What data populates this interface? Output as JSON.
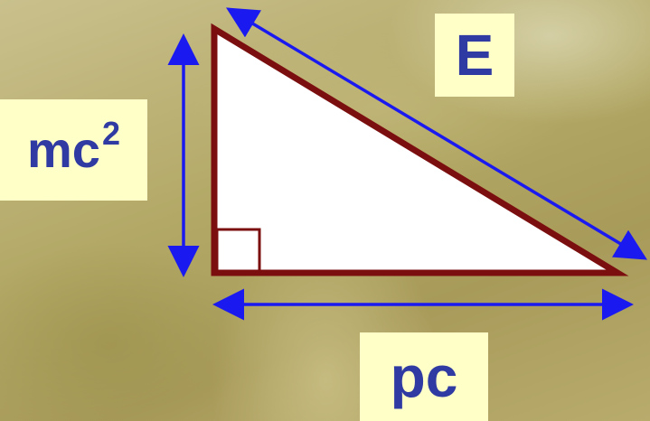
{
  "labels": {
    "hypotenuse": "E",
    "vertical_leg_base": "mc",
    "vertical_leg_exponent": "2",
    "horizontal_leg": "pc"
  },
  "colors": {
    "triangle_outline": "#7b0f0f",
    "triangle_fill": "#ffffff",
    "arrow": "#1a1af0",
    "label_text": "#2f3aa3",
    "label_background": "#ffffc8"
  },
  "shapes": {
    "triangle": "right-triangle",
    "right_angle_marker": "square",
    "arrows": [
      "double-arrow",
      "double-arrow",
      "double-arrow"
    ]
  }
}
